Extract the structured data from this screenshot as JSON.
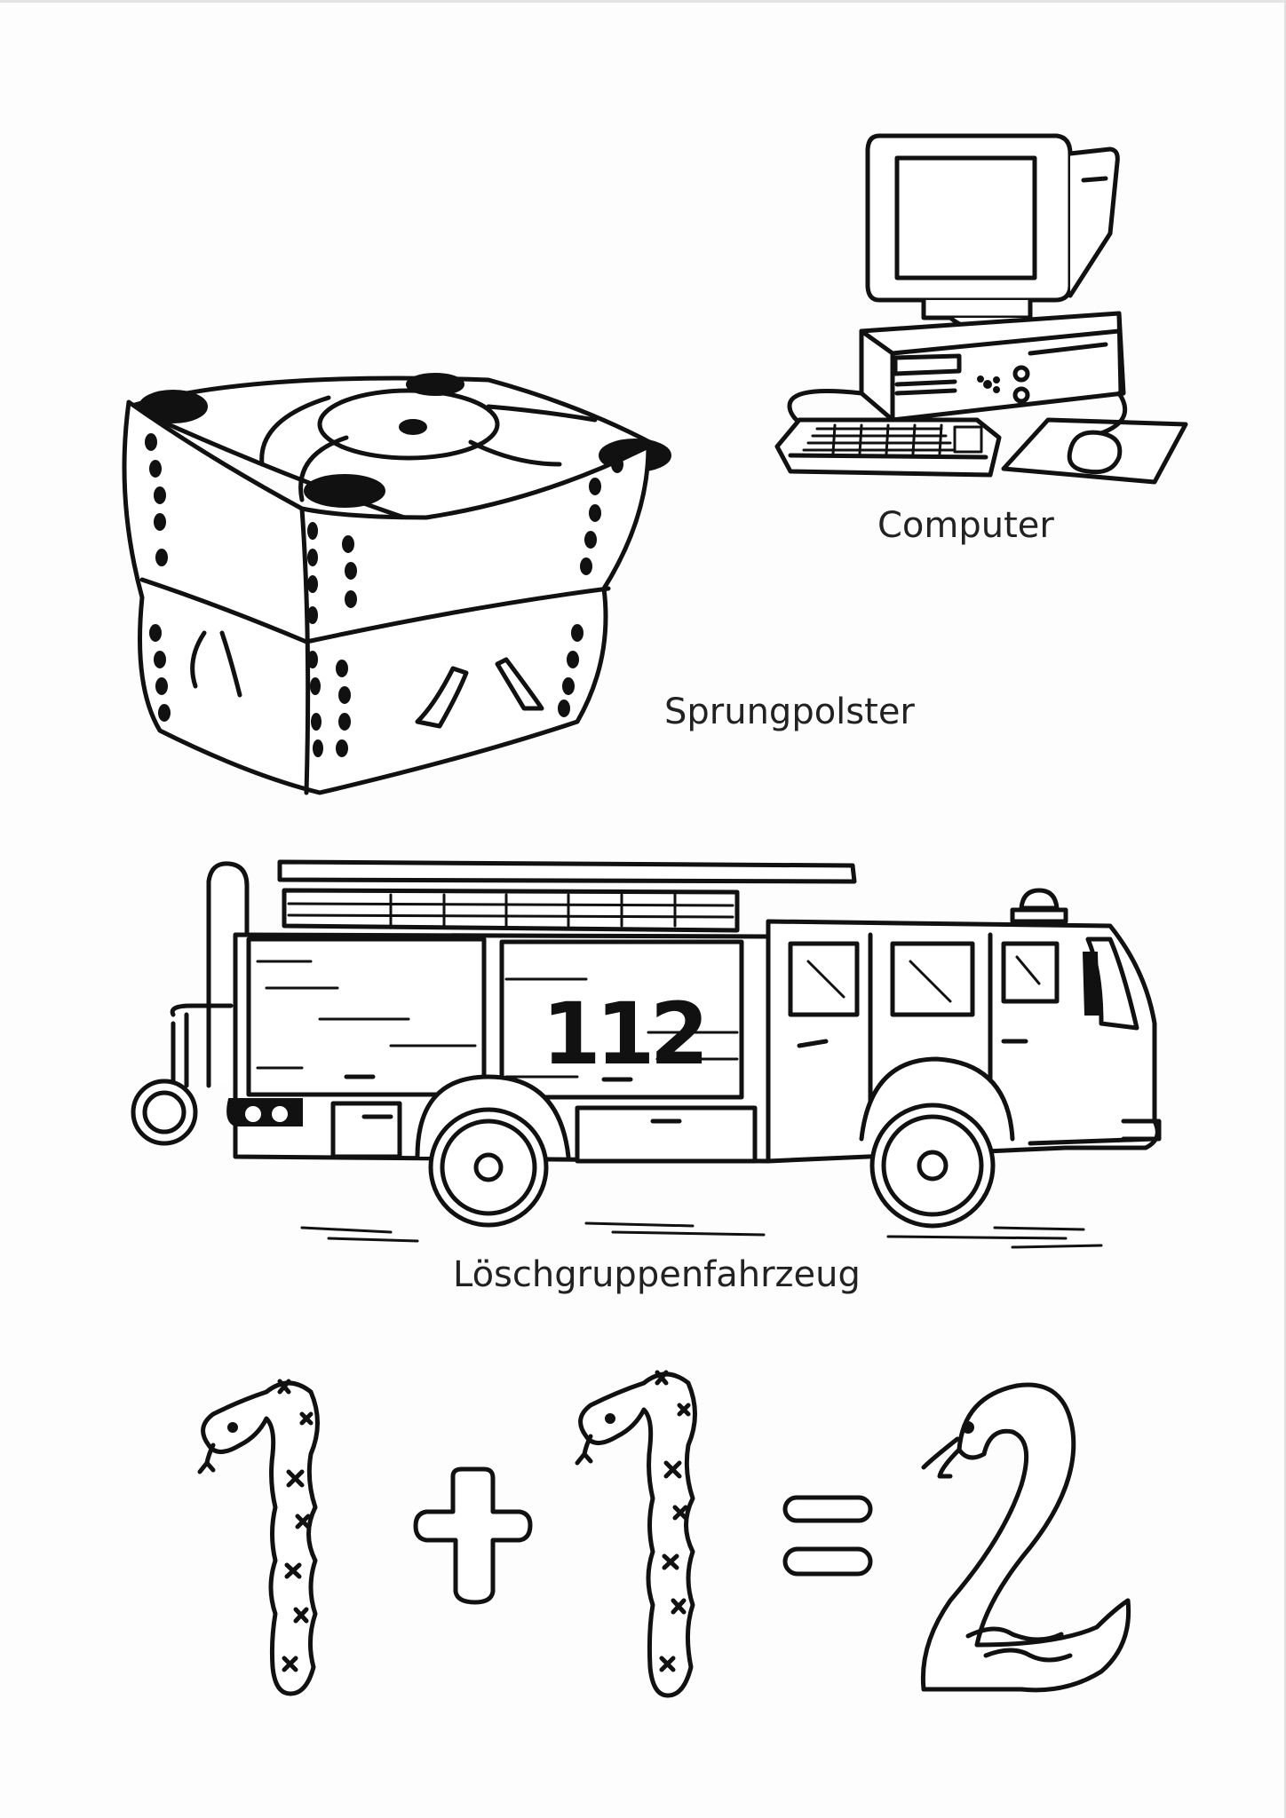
{
  "items": [
    {
      "id": "computer",
      "label": "Computer",
      "icon": "computer-icon"
    },
    {
      "id": "sprungpolster",
      "label": "Sprungpolster",
      "icon": "jump-cushion-icon"
    },
    {
      "id": "fire-truck",
      "label": "Löschgruppenfahrzeug",
      "icon": "fire-truck-icon",
      "plate": "112"
    }
  ],
  "equation": {
    "operand_1": "1",
    "operator": "+",
    "operand_2": "1",
    "equals": "=",
    "result": "2",
    "icons": [
      "snake-one-icon",
      "plus-icon",
      "snake-one-icon",
      "equals-icon",
      "swan-two-icon"
    ]
  },
  "colors": {
    "ink": "#111111",
    "paper": "#fdfdfd"
  }
}
